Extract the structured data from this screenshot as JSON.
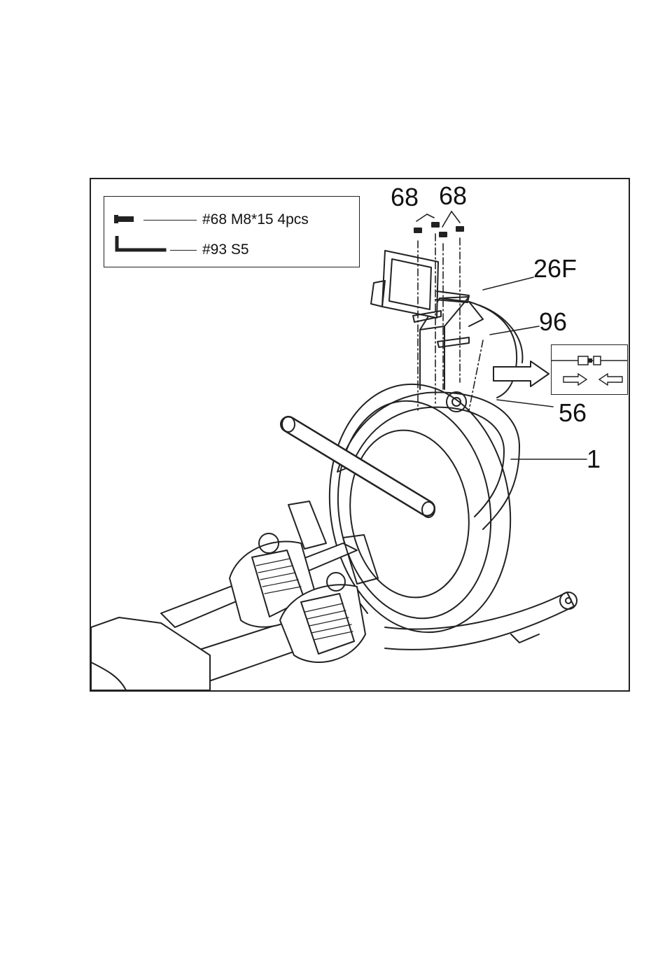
{
  "figure": {
    "legend": {
      "rows": [
        {
          "icon": "bolt-icon",
          "text": "#68 M8*15  4pcs"
        },
        {
          "icon": "allen-key-icon",
          "text": "#93 S5"
        }
      ]
    },
    "callouts": {
      "bolt_a": "68",
      "bolt_b": "68",
      "bracket": "26F",
      "cable": "96",
      "connector": "56",
      "frame": "1"
    },
    "inset": {
      "icons": [
        "cable-connector-icon",
        "arrow-right-icon",
        "arrow-left-icon"
      ]
    }
  }
}
